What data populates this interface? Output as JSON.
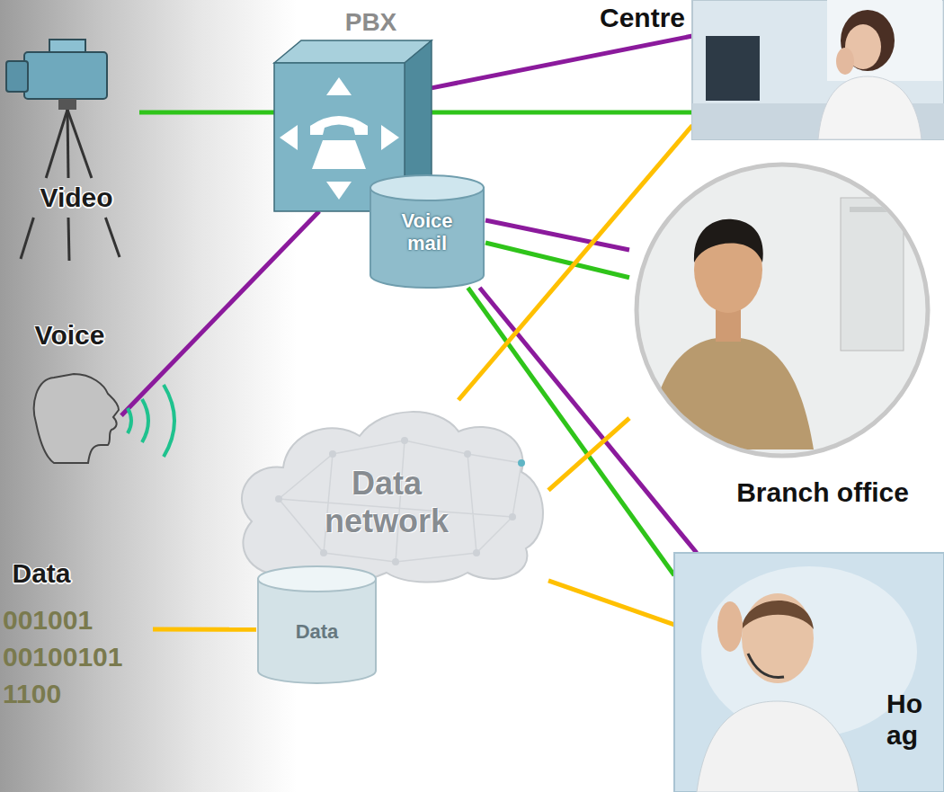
{
  "diagram": {
    "nodes": [
      {
        "text": [
          "Centre"
        ]
      },
      {
        "text": [
          "PBX"
        ]
      },
      {
        "text": [
          "Video"
        ]
      },
      {
        "text": [
          "Voice mail"
        ]
      },
      {
        "text": [
          "Voice"
        ]
      },
      {
        "text": [
          "Branch office"
        ]
      },
      {
        "text": [
          "Data network"
        ]
      },
      {
        "text": [
          "Data",
          "001001",
          "00100101",
          "1100"
        ]
      },
      {
        "text": [
          "Data"
        ]
      },
      {
        "text": [
          "Ho ag"
        ]
      }
    ],
    "edges": [
      {
        "from": 2,
        "to": 1,
        "arrow": "none"
      },
      {
        "from": 4,
        "to": 1,
        "arrow": "none"
      },
      {
        "from": 1,
        "to": 0,
        "arrow": "none"
      },
      {
        "from": 1,
        "to": 0,
        "arrow": "none"
      },
      {
        "from": 3,
        "to": 5,
        "arrow": "none"
      },
      {
        "from": 3,
        "to": 5,
        "arrow": "none"
      },
      {
        "from": 3,
        "to": 9,
        "arrow": "none"
      },
      {
        "from": 3,
        "to": 9,
        "arrow": "none"
      },
      {
        "from": 7,
        "to": 8,
        "arrow": "none"
      },
      {
        "from": 6,
        "to": 0,
        "arrow": "none"
      },
      {
        "from": 6,
        "to": 5,
        "arrow": "none"
      },
      {
        "from": 6,
        "to": 9,
        "arrow": "none"
      }
    ]
  }
}
